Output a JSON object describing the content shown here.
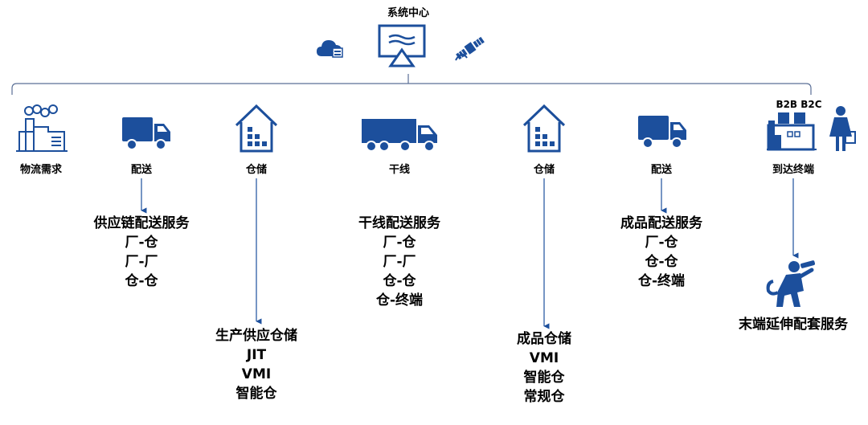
{
  "system_center": {
    "label": "系统中心",
    "icons": [
      "cloud-truck-icon",
      "monitor-icon",
      "satellite-icon"
    ]
  },
  "nodes": [
    {
      "id": "demand",
      "label": "物流需求",
      "icon": "factory-icon"
    },
    {
      "id": "delivery1",
      "label": "配送",
      "icon": "truck-icon"
    },
    {
      "id": "storage1",
      "label": "仓储",
      "icon": "warehouse-icon"
    },
    {
      "id": "trunk",
      "label": "干线",
      "icon": "semi-truck-icon"
    },
    {
      "id": "storage2",
      "label": "仓储",
      "icon": "warehouse-icon"
    },
    {
      "id": "delivery2",
      "label": "配送",
      "icon": "truck-icon"
    },
    {
      "id": "terminal",
      "label": "到达终端",
      "icon": "store-icon",
      "tag": "B2B B2C"
    }
  ],
  "services": {
    "supply_chain": [
      "供应链配送服务",
      "厂-仓",
      "厂-厂",
      "仓-仓"
    ],
    "production": [
      "生产供应仓储",
      "JIT",
      "VMI",
      "智能仓"
    ],
    "trunk": [
      "干线配送服务",
      "厂-仓",
      "厂-厂",
      "仓-仓",
      "仓-终端"
    ],
    "finished_storage": [
      "成品仓储",
      "VMI",
      "智能仓",
      "常规仓"
    ],
    "finished_delivery": [
      "成品配送服务",
      "厂-仓",
      "仓-仓",
      "仓-终端"
    ],
    "last_mile": [
      "末端延伸配套服务"
    ]
  },
  "colors": {
    "primary": "#1c4f9c",
    "line": "#5a6f96",
    "text": "#000000"
  }
}
